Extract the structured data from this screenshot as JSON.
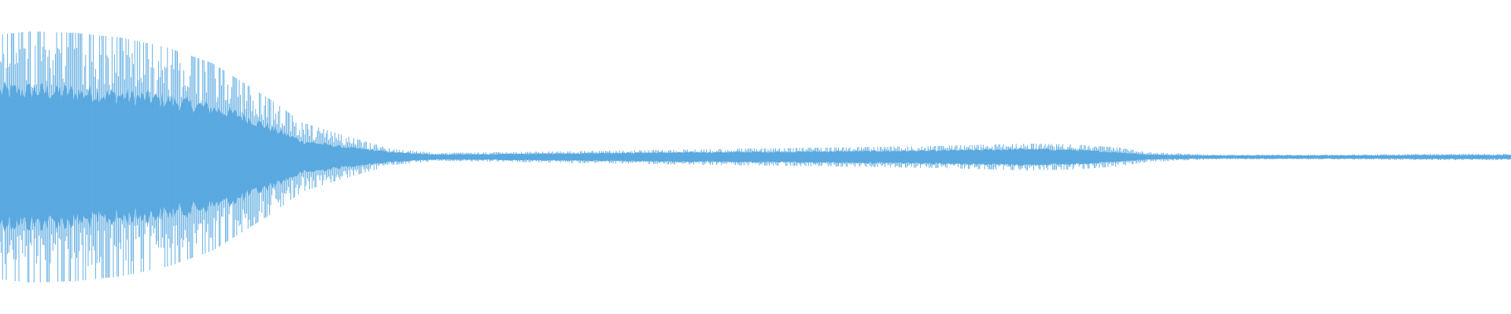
{
  "waveform": {
    "color": "#5aa9e0",
    "background": "#ffffff",
    "envelope": [
      {
        "t": 0.0,
        "peak": 0.78,
        "body": 0.42
      },
      {
        "t": 0.02,
        "peak": 0.8,
        "body": 0.42
      },
      {
        "t": 0.05,
        "peak": 0.79,
        "body": 0.41
      },
      {
        "t": 0.08,
        "peak": 0.76,
        "body": 0.39
      },
      {
        "t": 0.11,
        "peak": 0.7,
        "body": 0.36
      },
      {
        "t": 0.14,
        "peak": 0.6,
        "body": 0.31
      },
      {
        "t": 0.16,
        "peak": 0.48,
        "body": 0.26
      },
      {
        "t": 0.18,
        "peak": 0.36,
        "body": 0.18
      },
      {
        "t": 0.2,
        "peak": 0.22,
        "body": 0.1
      },
      {
        "t": 0.23,
        "peak": 0.13,
        "body": 0.06
      },
      {
        "t": 0.26,
        "peak": 0.05,
        "body": 0.03
      },
      {
        "t": 0.29,
        "peak": 0.025,
        "body": 0.015
      },
      {
        "t": 0.33,
        "peak": 0.03,
        "body": 0.018
      },
      {
        "t": 0.4,
        "peak": 0.04,
        "body": 0.025
      },
      {
        "t": 0.47,
        "peak": 0.05,
        "body": 0.03
      },
      {
        "t": 0.55,
        "peak": 0.06,
        "body": 0.035
      },
      {
        "t": 0.62,
        "peak": 0.07,
        "body": 0.04
      },
      {
        "t": 0.68,
        "peak": 0.085,
        "body": 0.05
      },
      {
        "t": 0.71,
        "peak": 0.08,
        "body": 0.045
      },
      {
        "t": 0.74,
        "peak": 0.06,
        "body": 0.03
      },
      {
        "t": 0.76,
        "peak": 0.03,
        "body": 0.015
      },
      {
        "t": 0.8,
        "peak": 0.015,
        "body": 0.01
      },
      {
        "t": 0.88,
        "peak": 0.015,
        "body": 0.01
      },
      {
        "t": 0.95,
        "peak": 0.02,
        "body": 0.012
      },
      {
        "t": 1.0,
        "peak": 0.02,
        "body": 0.012
      }
    ]
  }
}
